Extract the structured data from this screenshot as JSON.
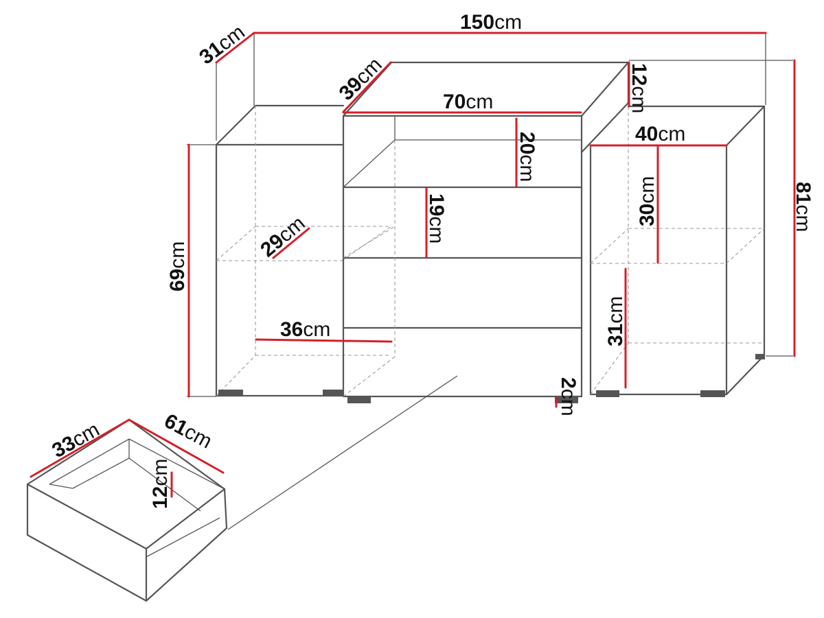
{
  "accent_color": "#d2202a",
  "line_color": "#555555",
  "dimensions": {
    "total_width": {
      "value": "150",
      "unit": "cm"
    },
    "depth_top": {
      "value": "31",
      "unit": "cm"
    },
    "center_depth": {
      "value": "39",
      "unit": "cm"
    },
    "center_width": {
      "value": "70",
      "unit": "cm"
    },
    "center_raise": {
      "value": "12",
      "unit": "cm"
    },
    "right_width": {
      "value": "40",
      "unit": "cm"
    },
    "total_height": {
      "value": "81",
      "unit": "cm"
    },
    "left_height": {
      "value": "69",
      "unit": "cm"
    },
    "shelf_depth": {
      "value": "29",
      "unit": "cm"
    },
    "left_width": {
      "value": "36",
      "unit": "cm"
    },
    "open_shelf_height": {
      "value": "20",
      "unit": "cm"
    },
    "drawer_front": {
      "value": "19",
      "unit": "cm"
    },
    "right_upper": {
      "value": "30",
      "unit": "cm"
    },
    "right_lower": {
      "value": "31",
      "unit": "cm"
    },
    "foot_height": {
      "value": "2",
      "unit": "cm"
    },
    "drawer_width": {
      "value": "33",
      "unit": "cm"
    },
    "drawer_depth": {
      "value": "61",
      "unit": "cm"
    },
    "drawer_height": {
      "value": "12",
      "unit": "cm"
    }
  }
}
